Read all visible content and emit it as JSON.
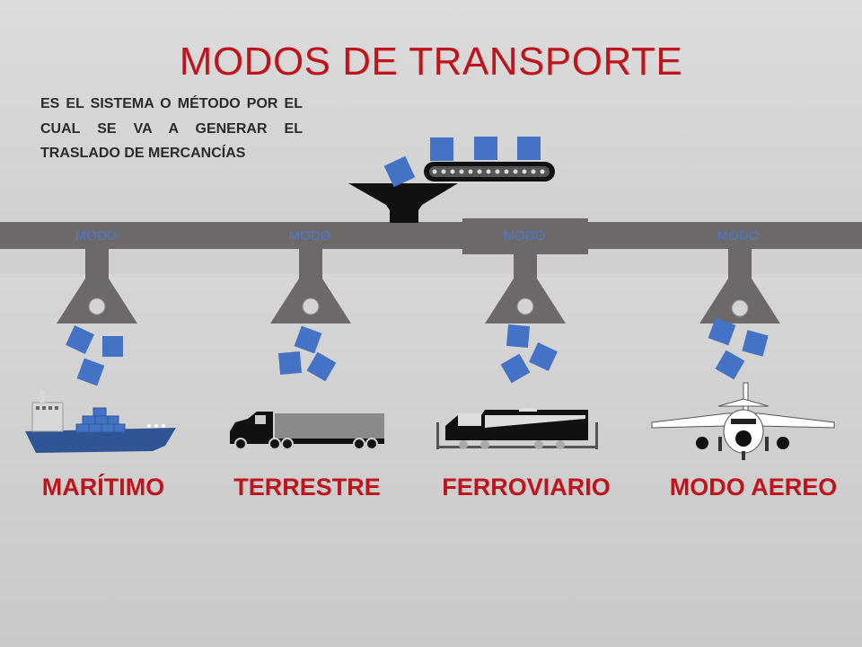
{
  "title": "MODOS DE TRANSPORTE",
  "description": "ES EL SISTEMA O MÉTODO POR EL CUAL SE VA A GENERAR EL TRASLADO DE MERCANCÍAS",
  "colors": {
    "title": "#c0141c",
    "modo": "#4a78d0",
    "box": "#4472c4",
    "pipe": "#6e6969"
  },
  "modes": [
    {
      "tag": "MODO",
      "label": "MARÍTIMO",
      "icon": "ship-icon"
    },
    {
      "tag": "MODO",
      "label": "TERRESTRE",
      "icon": "truck-icon"
    },
    {
      "tag": "MODO",
      "label": "FERROVIARIO",
      "icon": "train-icon"
    },
    {
      "tag": "MODO",
      "label": "MODO AEREO",
      "icon": "airplane-icon"
    }
  ]
}
